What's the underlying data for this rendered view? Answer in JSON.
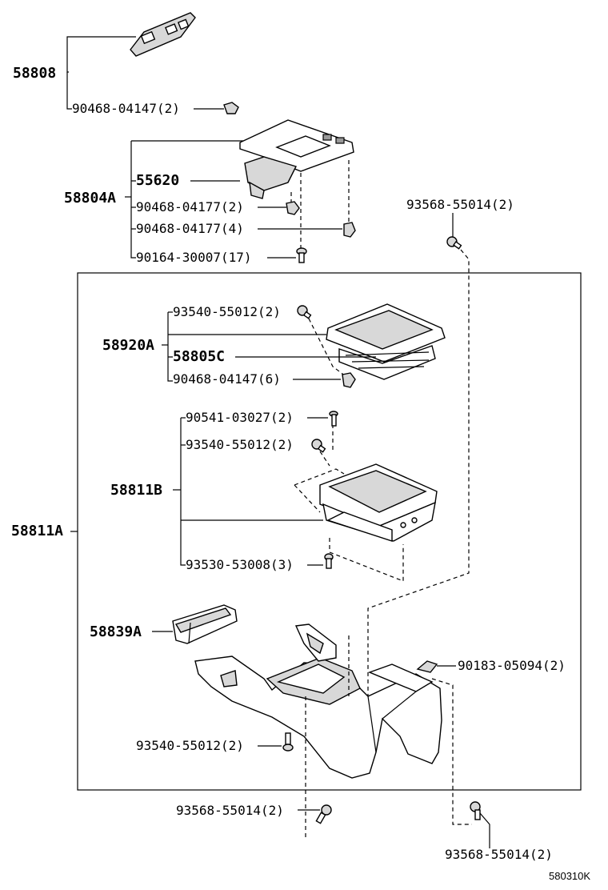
{
  "callouts": {
    "p58808": "58808",
    "p90468_04147_2": "90468-04147(2)",
    "p58804A": "58804A",
    "p55620": "55620",
    "p90468_04177_2": "90468-04177(2)",
    "p90468_04177_4": "90468-04177(4)",
    "p90164_30007_17": "90164-30007(17)",
    "p93568_55014_2_top": "93568-55014(2)",
    "p93540_55012_2_a": "93540-55012(2)",
    "p58920A": "58920A",
    "p58805C": "58805C",
    "p90468_04147_6": "90468-04147(6)",
    "p90541_03027_2": "90541-03027(2)",
    "p93540_55012_2_b": "93540-55012(2)",
    "p58811B": "58811B",
    "p58811A": "58811A",
    "p93530_53008_3": "93530-53008(3)",
    "p58839A": "58839A",
    "p90183_05094_2": "90183-05094(2)",
    "p93540_55012_2_c": "93540-55012(2)",
    "p93568_55014_2_bottom": "93568-55014(2)",
    "p93568_55014_2_right": "93568-55014(2)"
  },
  "diagram_code": "580310K"
}
